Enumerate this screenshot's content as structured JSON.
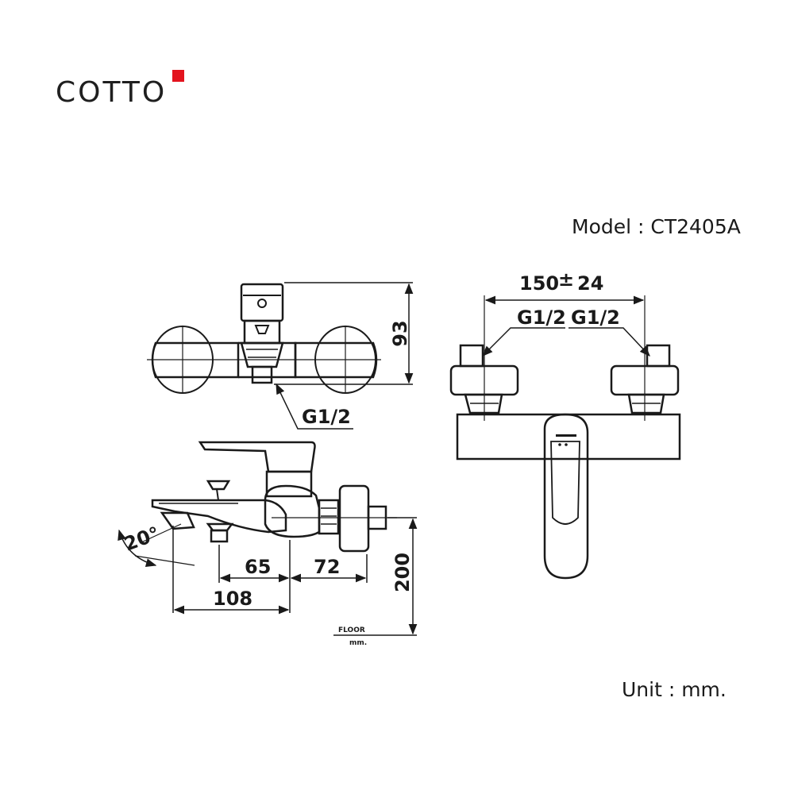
{
  "brand": {
    "name": "COTTO",
    "accent_color": "#e3141e"
  },
  "model": {
    "label": "Model : CT2405A"
  },
  "unit": {
    "label": "Unit : mm."
  },
  "dimensions": {
    "top_height": "93",
    "top_inlet": "G1/2",
    "front_span": "150",
    "front_tolerance_sign": "±",
    "front_tolerance": "24",
    "front_inlet_left": "G1/2",
    "front_inlet_right": "G1/2",
    "side_angle": "20°",
    "side_65": "65",
    "side_72": "72",
    "side_108": "108",
    "side_height": "200",
    "floor_label": "FLOOR",
    "floor_unit": "mm."
  }
}
